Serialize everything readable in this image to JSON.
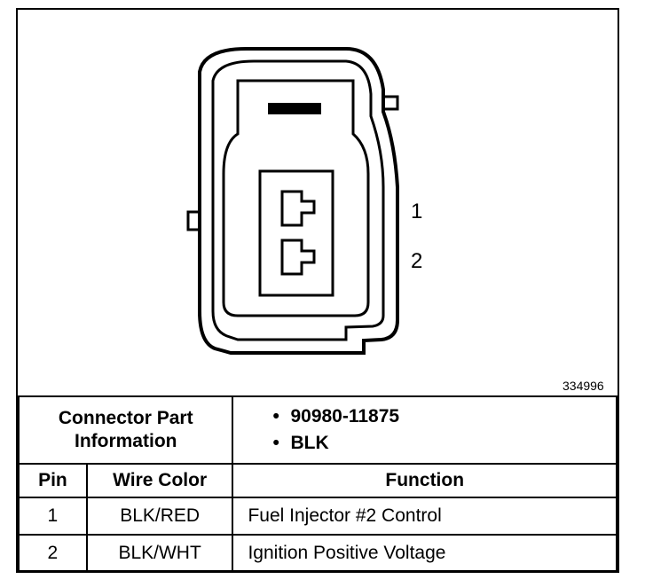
{
  "diagram": {
    "pin_labels": [
      "1",
      "2"
    ],
    "figure_id": "334996"
  },
  "connector_info": {
    "title_line1": "Connector Part",
    "title_line2": "Information",
    "items": [
      "90980-11875",
      "BLK"
    ],
    "bullet": "•"
  },
  "table": {
    "headers": {
      "pin": "Pin",
      "wire_color": "Wire Color",
      "function": "Function"
    },
    "rows": [
      {
        "pin": "1",
        "wire_color": "BLK/RED",
        "function": "Fuel Injector #2 Control"
      },
      {
        "pin": "2",
        "wire_color": "BLK/WHT",
        "function": "Ignition Positive Voltage"
      }
    ]
  }
}
